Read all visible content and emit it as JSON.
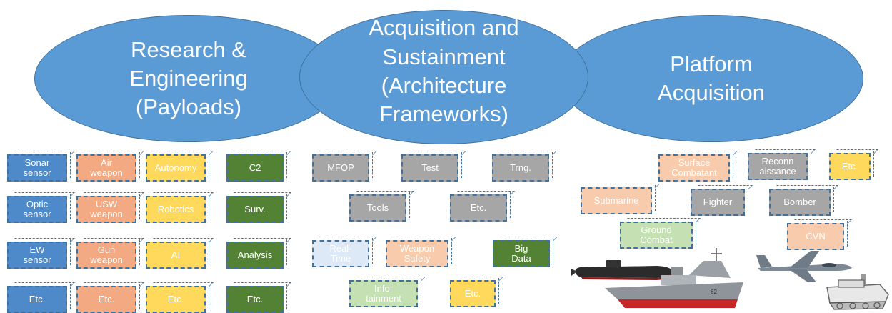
{
  "ellipses": {
    "rd": "Research &\nEngineering\n(Payloads)",
    "as": "Acquisition and\nSustainment\n(Architecture\nFrameworks)",
    "pa": "Platform\nAcquisition"
  },
  "rd_boxes": {
    "sonar": "Sonar\nsensor",
    "air_weapon": "Air\nweapon",
    "autonomy": "Autonomy",
    "c2": "C2",
    "optic": "Optic\nsensor",
    "usw_weapon": "USW\nweapon",
    "robotics": "Robotics",
    "surv": "Surv.",
    "ew": "EW\nsensor",
    "gun_weapon": "Gun\nweapon",
    "ai": "AI",
    "analysis": "Analysis",
    "etc1": "Etc.",
    "etc2": "Etc.",
    "etc3": "Etc.",
    "etc4": "Etc."
  },
  "as_boxes": {
    "mfop": "MFOP",
    "test": "Test",
    "trng": "Trng.",
    "tools": "Tools",
    "etc_gray": "Etc.",
    "real_time": "Real-\nTime",
    "weapon_safety": "Weapon\nSafety",
    "big_data": "Big\nData",
    "infotainment": "Info-\ntainment",
    "etc_yellow": "Etc."
  },
  "pa_boxes": {
    "surface_combatant": "Surface\nCombatant",
    "reconnaissance": "Reconn\naissance",
    "etc": "Etc.",
    "submarine": "Submarine",
    "fighter": "Fighter",
    "bomber": "Bomber",
    "ground_combat": "Ground\nCombat",
    "cvn": "CVN",
    "ship_hull_number": "62"
  }
}
